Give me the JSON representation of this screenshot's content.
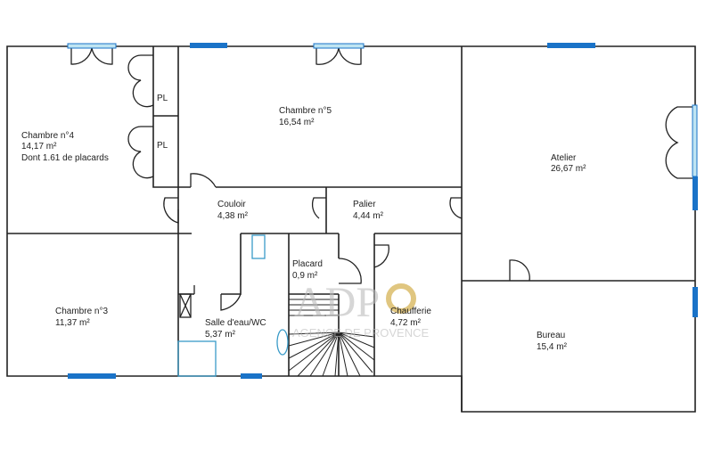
{
  "plan": {
    "rooms": [
      {
        "id": "chambre4",
        "name": "Chambre n°4",
        "area": "14,17  m²",
        "note": "Dont 1.61 de placards"
      },
      {
        "id": "chambre5",
        "name": "Chambre n°5",
        "area": "16,54  m²"
      },
      {
        "id": "atelier",
        "name": "Atelier",
        "area": "26,67  m²"
      },
      {
        "id": "couloir",
        "name": "Couloir",
        "area": "4,38  m²"
      },
      {
        "id": "palier",
        "name": "Palier",
        "area": "4,44  m²"
      },
      {
        "id": "chambre3",
        "name": "Chambre n°3",
        "area": "11,37  m²"
      },
      {
        "id": "placard",
        "name": "Placard",
        "area": "0,9  m²"
      },
      {
        "id": "salle",
        "name": "Salle d'eau/WC",
        "area": "5,37  m²"
      },
      {
        "id": "chaufferie",
        "name": "Chaufferie",
        "area": "4,72  m²"
      },
      {
        "id": "bureau",
        "name": "Bureau",
        "area": "15,4  m²"
      }
    ],
    "closets": [
      "PL",
      "PL"
    ],
    "colors": {
      "wall": "#222222",
      "window": "#1a73c8",
      "window_light": "#bfe4f2",
      "fixture": "#3a9bc8"
    }
  },
  "watermark": {
    "logo": "ADP",
    "tagline": "AGENCE DE PROVENCE"
  }
}
